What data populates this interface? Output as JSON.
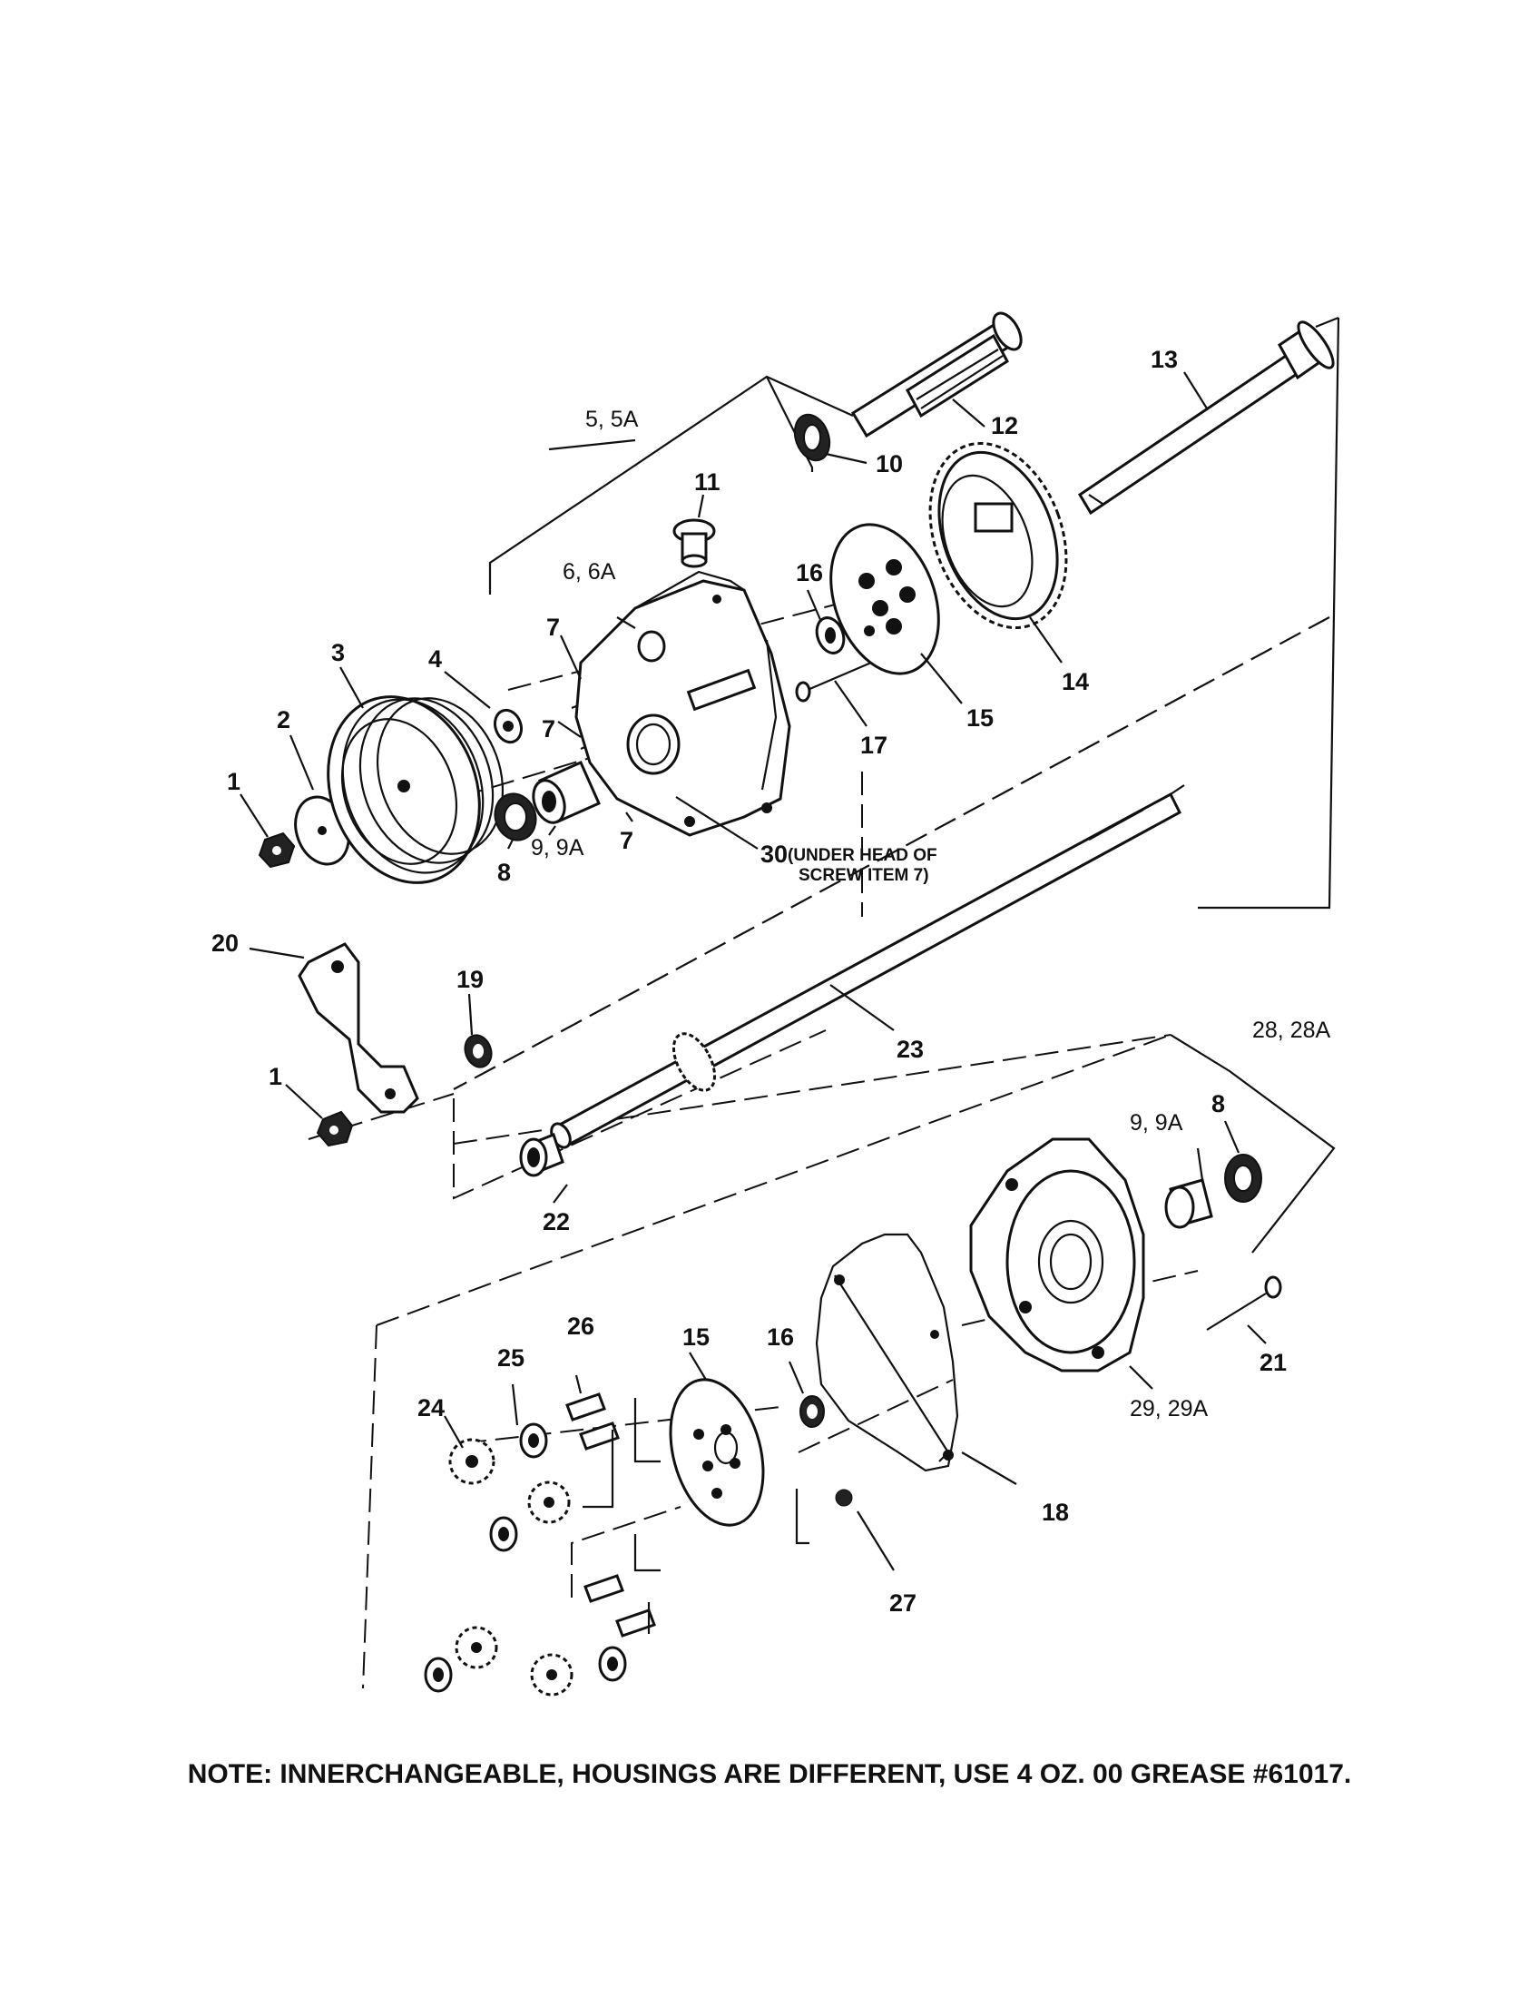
{
  "callouts": {
    "c1a": "1",
    "c2": "2",
    "c3": "3",
    "c4": "4",
    "c5": "5, 5A",
    "c6": "6, 6A",
    "c7a": "7",
    "c7b": "7",
    "c7c": "7",
    "c8a": "8",
    "c9a": "9, 9A",
    "c10": "10",
    "c11": "11",
    "c12": "12",
    "c13": "13",
    "c14": "14",
    "c15a": "15",
    "c16a": "16",
    "c17": "17",
    "c30": "30",
    "c30note1": "(UNDER HEAD OF",
    "c30note2": "SCREW ITEM 7)",
    "c20": "20",
    "c19": "19",
    "c1b": "1",
    "c23": "23",
    "c22": "22",
    "c28": "28, 28A",
    "c9b": "9, 9A",
    "c8b": "8",
    "c21": "21",
    "c29": "29, 29A",
    "c25": "25",
    "c26": "26",
    "c24": "24",
    "c15b": "15",
    "c16b": "16",
    "c18": "18",
    "c27": "27"
  },
  "note": "NOTE: INNERCHANGEABLE, HOUSINGS ARE DIFFERENT, USE 4 OZ. 00 GREASE #61017."
}
